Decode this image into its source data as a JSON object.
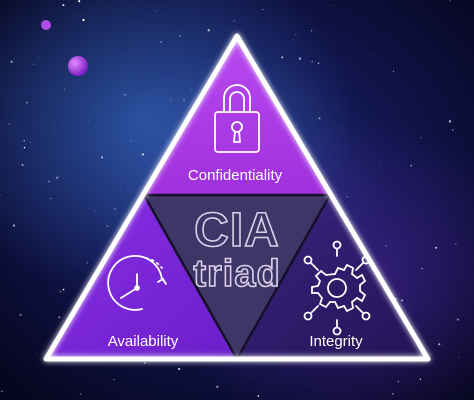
{
  "title": {
    "main": "CIA",
    "sub": "triad"
  },
  "segments": [
    {
      "label": "Confidentiality",
      "icon": "lock-icon"
    },
    {
      "label": "Availability",
      "icon": "clock-icon"
    },
    {
      "label": "Integrity",
      "icon": "gear-network-icon"
    }
  ],
  "colors": {
    "background": "#0a0a2e",
    "top": "#a632e0",
    "left": "#7a26d8",
    "right": "#2e1a68",
    "center": "#3f3566",
    "outline": "#ffffff"
  }
}
